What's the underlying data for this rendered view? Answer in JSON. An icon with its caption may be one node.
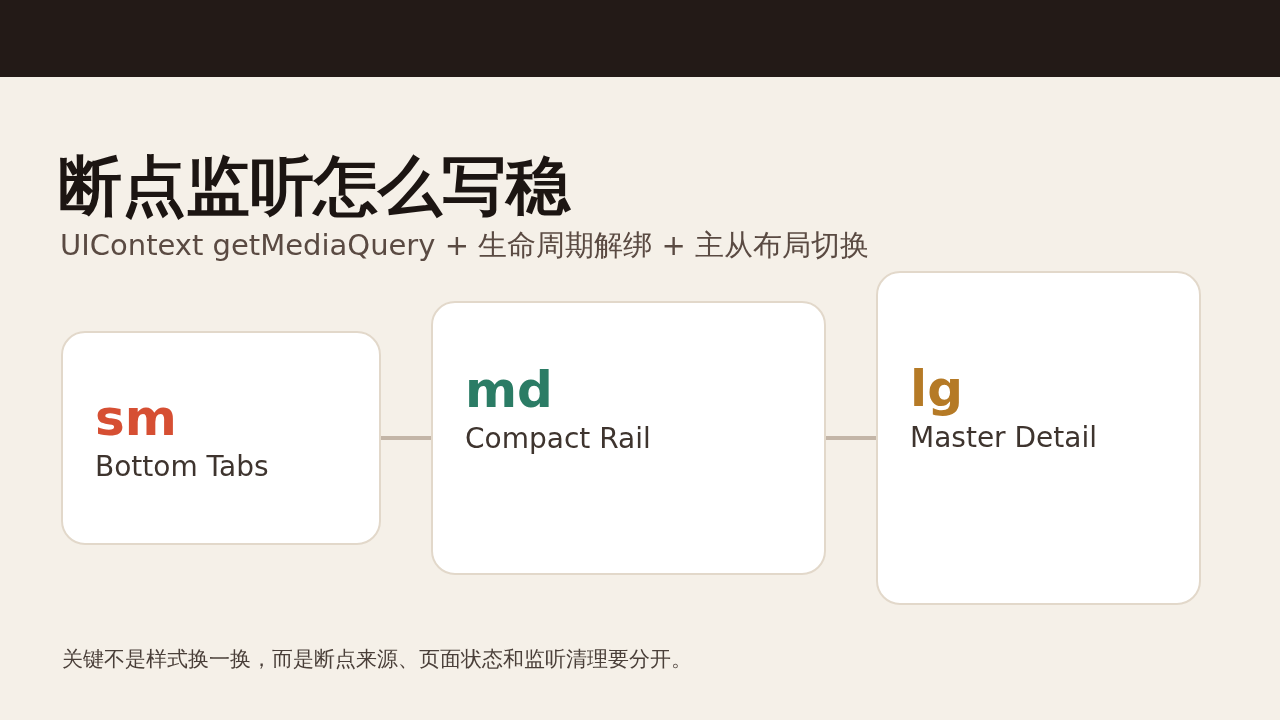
{
  "diagram": {
    "title": "断点监听怎么写稳",
    "nodes": [
      {
        "text": [
          "sm",
          "Bottom Tabs"
        ]
      },
      {
        "text": [
          "md",
          "Compact Rail"
        ]
      },
      {
        "text": [
          "lg",
          "Master Detail"
        ]
      }
    ],
    "edges": [
      {
        "from": 0,
        "to": 1,
        "arrow": "none"
      },
      {
        "from": 1,
        "to": 2,
        "arrow": "none"
      }
    ],
    "labels": [
      "UIContext getMediaQuery + 生命周期解绑 + 主从布局切换",
      "关键不是样式换一换，而是断点来源、页面状态和监听清理要分开。"
    ]
  }
}
